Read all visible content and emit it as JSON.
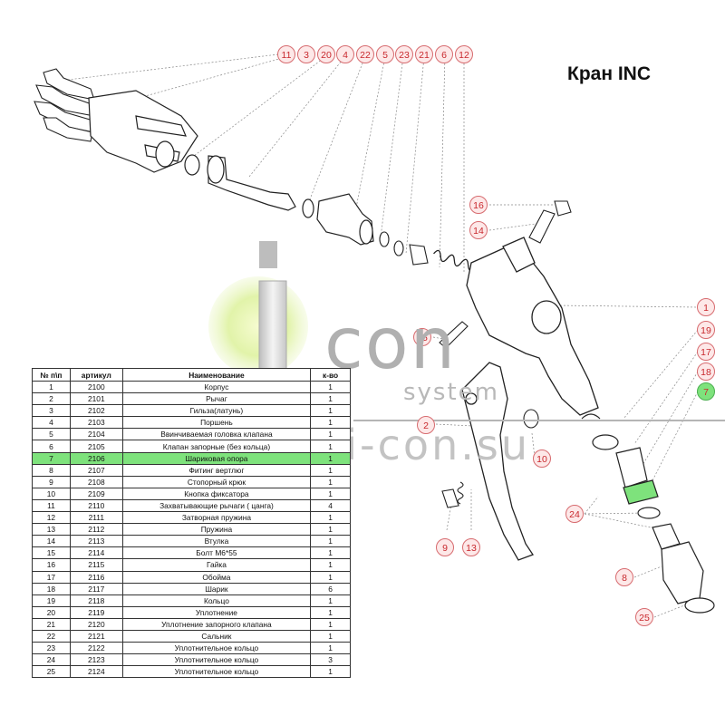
{
  "title": "Кран INC",
  "callouts_top": [
    "11",
    "3",
    "20",
    "4",
    "22",
    "5",
    "23",
    "21",
    "6",
    "12"
  ],
  "callouts_side": [
    "16",
    "14",
    "1",
    "19",
    "17",
    "18",
    "7",
    "15",
    "2",
    "10",
    "24",
    "9",
    "13",
    "8",
    "25"
  ],
  "highlight_color": "#7ee27c",
  "callout_color": "#c8282d",
  "watermark": {
    "brand_i": "i",
    "brand_con": "con",
    "brand_system": "system",
    "url": "www.i-con.su"
  },
  "table": {
    "headers": [
      "№ п\\п",
      "артикул",
      "Наименование",
      "к-во"
    ],
    "rows": [
      [
        "1",
        "2100",
        "Корпус",
        "1"
      ],
      [
        "2",
        "2101",
        "Рычаг",
        "1"
      ],
      [
        "3",
        "2102",
        "Гильза(латунь)",
        "1"
      ],
      [
        "4",
        "2103",
        "Поршень",
        "1"
      ],
      [
        "5",
        "2104",
        "Ввинчиваемая головка клапана",
        "1"
      ],
      [
        "6",
        "2105",
        "Клапан запорные (без кольца)",
        "1"
      ],
      [
        "7",
        "2106",
        "Шариковая опора",
        "1"
      ],
      [
        "8",
        "2107",
        "Фитинг вертлюг",
        "1"
      ],
      [
        "9",
        "2108",
        "Стопорный крюк",
        "1"
      ],
      [
        "10",
        "2109",
        "Кнопка фиксатора",
        "1"
      ],
      [
        "11",
        "2110",
        "Захватывающие рычаги ( цанга)",
        "4"
      ],
      [
        "12",
        "2111",
        "Затворная пружина",
        "1"
      ],
      [
        "13",
        "2112",
        "Пружина",
        "1"
      ],
      [
        "14",
        "2113",
        "Втулка",
        "1"
      ],
      [
        "15",
        "2114",
        "Болт М6*55",
        "1"
      ],
      [
        "16",
        "2115",
        "Гайка",
        "1"
      ],
      [
        "17",
        "2116",
        "Обойма",
        "1"
      ],
      [
        "18",
        "2117",
        "Шарик",
        "6"
      ],
      [
        "19",
        "2118",
        "Кольцо",
        "1"
      ],
      [
        "20",
        "2119",
        "Уплотнение",
        "1"
      ],
      [
        "21",
        "2120",
        "Уплотнение запорного клапана",
        "1"
      ],
      [
        "22",
        "2121",
        "Сальник",
        "1"
      ],
      [
        "23",
        "2122",
        "Уплотнительное кольцо",
        "1"
      ],
      [
        "24",
        "2123",
        "Уплотнительное кольцо",
        "3"
      ],
      [
        "25",
        "2124",
        "Уплотнительное кольцо",
        "1"
      ]
    ],
    "highlight_row": 7
  }
}
